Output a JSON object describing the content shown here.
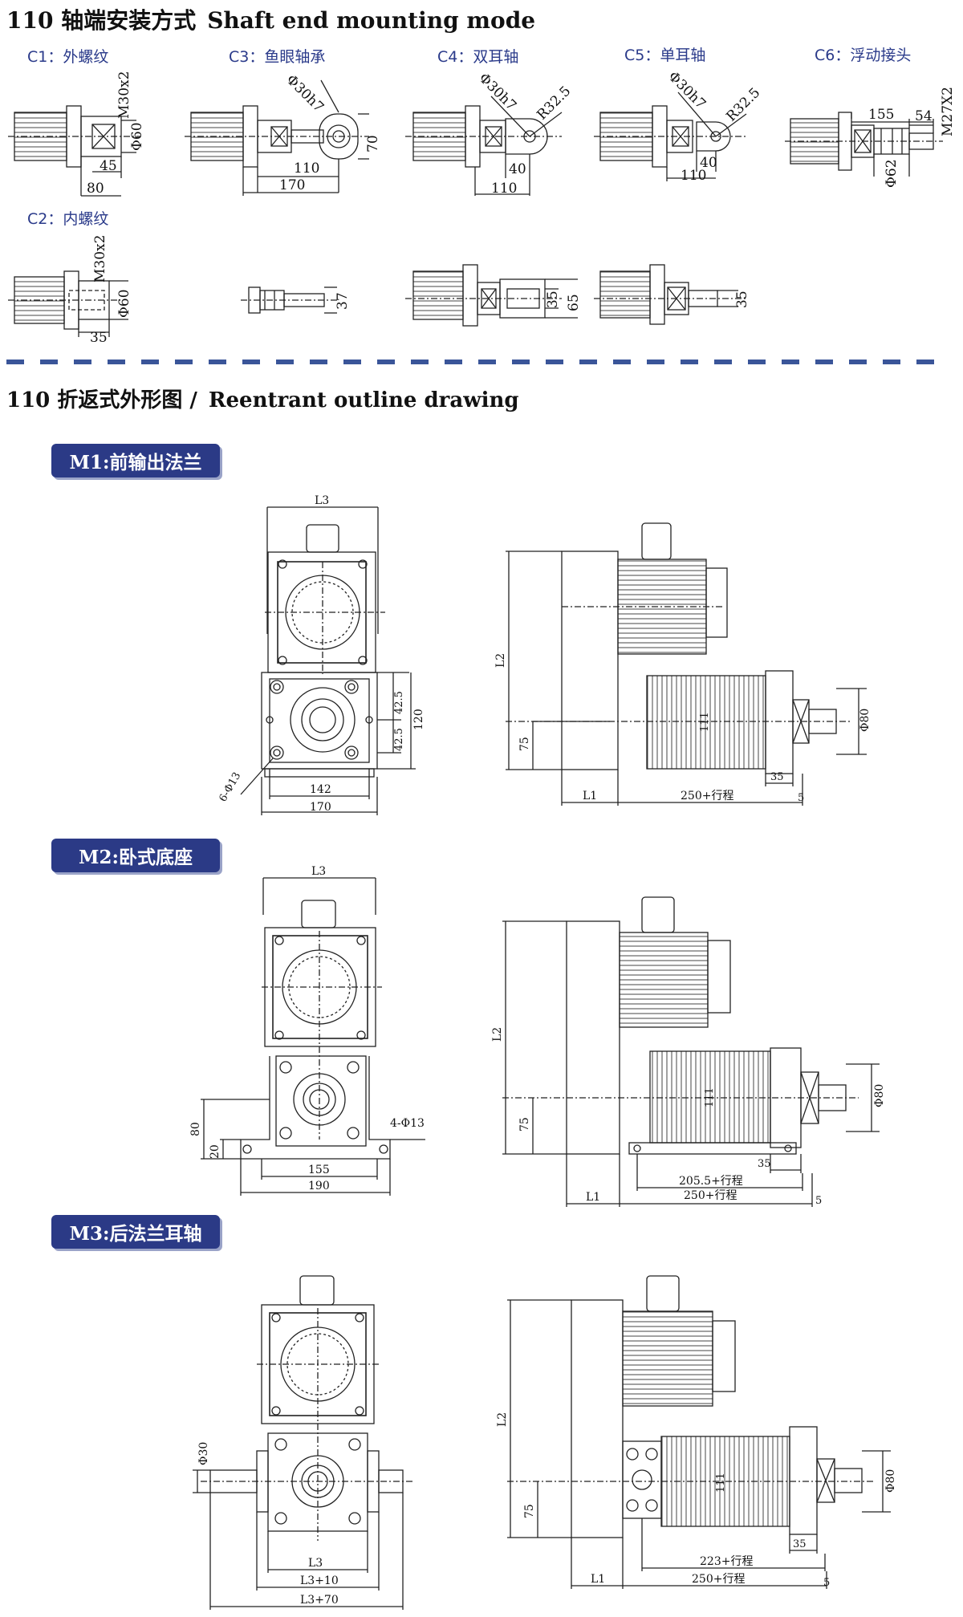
{
  "section1": {
    "cn": "110 轴端安装方式",
    "en": "Shaft end mounting mode"
  },
  "section2": {
    "cn": "110 折返式外形图 /",
    "en": "Reentrant outline drawing"
  },
  "variants": [
    {
      "id": "c1",
      "label": "C1：外螺纹"
    },
    {
      "id": "c3",
      "label": "C3：鱼眼轴承"
    },
    {
      "id": "c4",
      "label": "C4：双耳轴"
    },
    {
      "id": "c5",
      "label": "C5：单耳轴"
    },
    {
      "id": "c6",
      "label": "C6：浮动接头"
    },
    {
      "id": "c2",
      "label": "C2：内螺纹"
    }
  ],
  "mounts": [
    {
      "id": "m1",
      "label": "M1:前输出法兰"
    },
    {
      "id": "m2",
      "label": "M2:卧式底座"
    },
    {
      "id": "m3",
      "label": "M3:后法兰耳轴"
    }
  ],
  "dims": {
    "c1": [
      "M30x2",
      "Φ60",
      "45",
      "80"
    ],
    "c3": [
      "Φ30h7",
      "70",
      "110",
      "170"
    ],
    "c4": [
      "Φ30h7",
      "R32.5",
      "40",
      "110"
    ],
    "c5": [
      "Φ30h7",
      "R32.5",
      "40",
      "110"
    ],
    "c6": [
      "155",
      "54",
      "M27X2",
      "Φ62"
    ],
    "c2": [
      "M30x2",
      "Φ60",
      "35"
    ],
    "r2": [
      "37",
      "35",
      "65",
      "35"
    ],
    "m1f": [
      "L3",
      "42.5",
      "42.5",
      "120",
      "6-Φ13",
      "142",
      "170"
    ],
    "m1s": [
      "L2",
      "75",
      "111",
      "Φ80",
      "35",
      "L1",
      "250+行程",
      "5"
    ],
    "m2f": [
      "L3",
      "80",
      "20",
      "4-Φ13",
      "155",
      "190"
    ],
    "m2s": [
      "L2",
      "75",
      "111",
      "Φ80",
      "35",
      "205.5+行程",
      "L1",
      "250+行程",
      "5"
    ],
    "m3f": [
      "Φ30",
      "L3",
      "L3+10",
      "L3+70"
    ],
    "m3s": [
      "L2",
      "75",
      "111",
      "Φ80",
      "35",
      "223+行程",
      "L1",
      "250+行程",
      "5"
    ]
  },
  "colors": {
    "accent": "#2b3a86",
    "dash": "#3a5599",
    "label": "#2a3a8a"
  }
}
